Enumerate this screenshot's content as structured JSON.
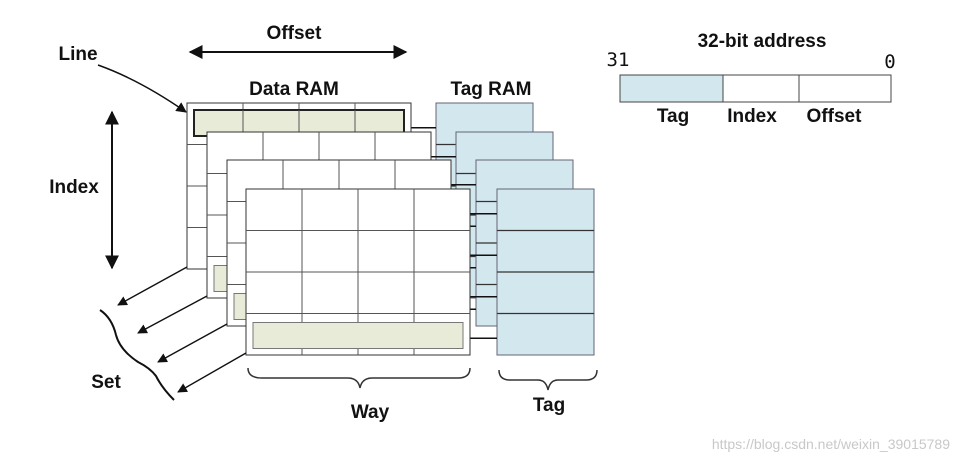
{
  "labels": {
    "line": "Line",
    "offset_top": "Offset",
    "data_ram": "Data RAM",
    "tag_ram": "Tag RAM",
    "index": "Index",
    "set": "Set",
    "way": "Way",
    "tag_bottom": "Tag"
  },
  "address": {
    "title": "32-bit address",
    "bit_high": "31",
    "bit_low": "0",
    "fields": [
      "Tag",
      "Index",
      "Offset"
    ]
  },
  "watermark": "https://blog.csdn.net/weixin_39015789",
  "colors": {
    "tag_fill": "#d2e7ee",
    "line_fill": "#e9ebd9",
    "stroke": "#333333",
    "arrow": "#111111"
  }
}
